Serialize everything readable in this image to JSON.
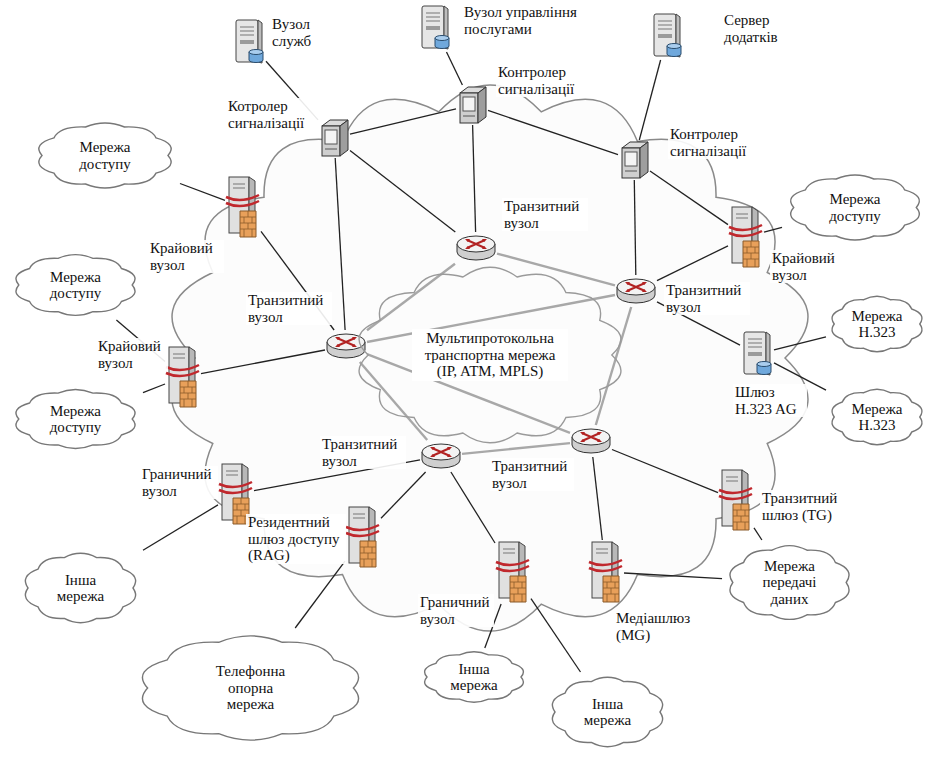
{
  "diagram": {
    "nodes": [
      {
        "text": [
          "Вузол служб"
        ]
      },
      {
        "text": [
          "Вузол управління послугами"
        ]
      },
      {
        "text": [
          "Сервер додатків"
        ]
      },
      {
        "text": [
          "Мережа доступу"
        ]
      },
      {
        "text": [
          "Котролер сигналізації"
        ]
      },
      {
        "text": [
          "Контролер сигналізації"
        ]
      },
      {
        "text": [
          "Контролер сигналізації"
        ]
      },
      {
        "text": [
          "Крайовий вузол"
        ]
      },
      {
        "text": [
          "Мережа доступу"
        ]
      },
      {
        "text": [
          "Транзитний вузол"
        ]
      },
      {
        "text": [
          "Крайовий вузол"
        ]
      },
      {
        "text": [
          "Мережа доступу"
        ]
      },
      {
        "text": [
          "Транзитний вузол"
        ]
      },
      {
        "text": [
          "Транзитний вузол"
        ]
      },
      {
        "text": [
          "Мультипротокольна транспортна мережа (IP, ATM, MPLS)"
        ]
      },
      {
        "text": [
          "Мережа H.323"
        ]
      },
      {
        "text": [
          "Шлюз H.323 AG"
        ]
      },
      {
        "text": [
          "Крайовий вузол"
        ]
      },
      {
        "text": [
          "Мережа доступу"
        ]
      },
      {
        "text": [
          "Мережа H.323"
        ]
      },
      {
        "text": [
          "Транзитний вузол"
        ]
      },
      {
        "text": [
          "Транзитний вузол"
        ]
      },
      {
        "text": [
          "Граничний вузол"
        ]
      },
      {
        "text": [
          "Транзитний шлюз (TG)"
        ]
      },
      {
        "text": [
          "Резидентний шлюз доступу (RAG)"
        ]
      },
      {
        "text": [
          "Граничний вузол"
        ]
      },
      {
        "text": [
          "Медіашлюз (MG)"
        ]
      },
      {
        "text": [
          "Інша мережа"
        ]
      },
      {
        "text": [
          "Мережа передачі даних"
        ]
      },
      {
        "text": [
          "Телефонна опорна мережа"
        ]
      },
      {
        "text": [
          "Інша мережа"
        ]
      },
      {
        "text": [
          "Інша мережа"
        ]
      }
    ],
    "edges": [
      {
        "from": 0,
        "to": 4,
        "arrow": "none"
      },
      {
        "from": 1,
        "to": 5,
        "arrow": "none"
      },
      {
        "from": 2,
        "to": 6,
        "arrow": "none"
      },
      {
        "from": 4,
        "to": 5,
        "arrow": "none"
      },
      {
        "from": 5,
        "to": 6,
        "arrow": "none"
      },
      {
        "from": 4,
        "to": 12,
        "arrow": "none"
      },
      {
        "from": 4,
        "to": 9,
        "arrow": "none"
      },
      {
        "from": 5,
        "to": 9,
        "arrow": "none"
      },
      {
        "from": 6,
        "to": 13,
        "arrow": "none"
      },
      {
        "from": 6,
        "to": 10,
        "arrow": "none"
      },
      {
        "from": 3,
        "to": 7,
        "arrow": "none"
      },
      {
        "from": 7,
        "to": 12,
        "arrow": "none"
      },
      {
        "from": 8,
        "to": 10,
        "arrow": "none"
      },
      {
        "from": 10,
        "to": 13,
        "arrow": "none"
      },
      {
        "from": 11,
        "to": 17,
        "arrow": "none"
      },
      {
        "from": 18,
        "to": 17,
        "arrow": "none"
      },
      {
        "from": 17,
        "to": 12,
        "arrow": "none"
      },
      {
        "from": 12,
        "to": 9,
        "arrow": "none"
      },
      {
        "from": 12,
        "to": 13,
        "arrow": "none"
      },
      {
        "from": 12,
        "to": 20,
        "arrow": "none"
      },
      {
        "from": 12,
        "to": 21,
        "arrow": "none"
      },
      {
        "from": 9,
        "to": 13,
        "arrow": "none"
      },
      {
        "from": 13,
        "to": 21,
        "arrow": "none"
      },
      {
        "from": 20,
        "to": 21,
        "arrow": "none"
      },
      {
        "from": 13,
        "to": 16,
        "arrow": "none"
      },
      {
        "from": 16,
        "to": 15,
        "arrow": "none"
      },
      {
        "from": 16,
        "to": 19,
        "arrow": "none"
      },
      {
        "from": 22,
        "to": 20,
        "arrow": "none"
      },
      {
        "from": 22,
        "to": 27,
        "arrow": "none"
      },
      {
        "from": 24,
        "to": 20,
        "arrow": "none"
      },
      {
        "from": 24,
        "to": 29,
        "arrow": "none"
      },
      {
        "from": 25,
        "to": 20,
        "arrow": "none"
      },
      {
        "from": 25,
        "to": 30,
        "arrow": "none"
      },
      {
        "from": 25,
        "to": 31,
        "arrow": "none"
      },
      {
        "from": 26,
        "to": 21,
        "arrow": "none"
      },
      {
        "from": 26,
        "to": 28,
        "arrow": "none"
      },
      {
        "from": 23,
        "to": 21,
        "arrow": "none"
      },
      {
        "from": 23,
        "to": 28,
        "arrow": "none"
      }
    ]
  }
}
